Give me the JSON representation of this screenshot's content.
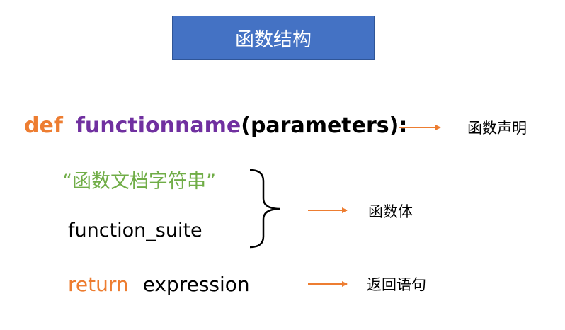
{
  "title": "函数结构",
  "code": {
    "def_keyword": "def",
    "function_name": "functionname",
    "parameters": "(parameters):",
    "docstring": "“函数文档字符串”",
    "suite": "function_suite",
    "return_keyword": "return",
    "return_expression": "expression"
  },
  "annotations": {
    "declaration": "函数声明",
    "body": "函数体",
    "return_stmt": "返回语句"
  },
  "colors": {
    "keyword": "#ed7d31",
    "function_name": "#7030a0",
    "docstring": "#70ad47",
    "title_fill": "#4472c4",
    "arrow": "#ed7d31"
  }
}
